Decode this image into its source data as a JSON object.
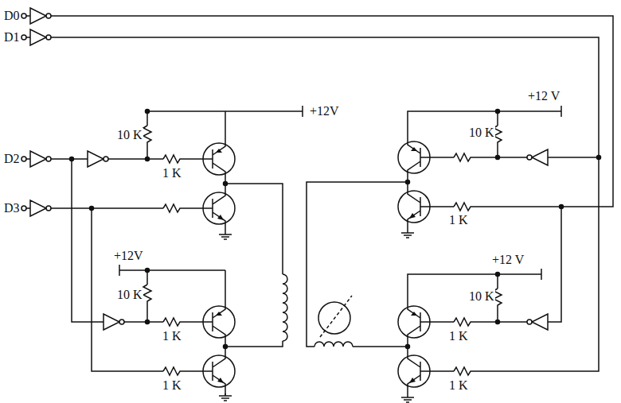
{
  "diagram": {
    "labels": [
      "D0",
      "D1",
      "+12V",
      "+12 V",
      "10 K",
      "D2",
      "10 K",
      "1 K",
      "D3",
      "1 K",
      "+12V",
      "+12 V",
      "10 K",
      "10 K",
      "1 K",
      "1 K",
      "1 K",
      "1 K"
    ]
  }
}
